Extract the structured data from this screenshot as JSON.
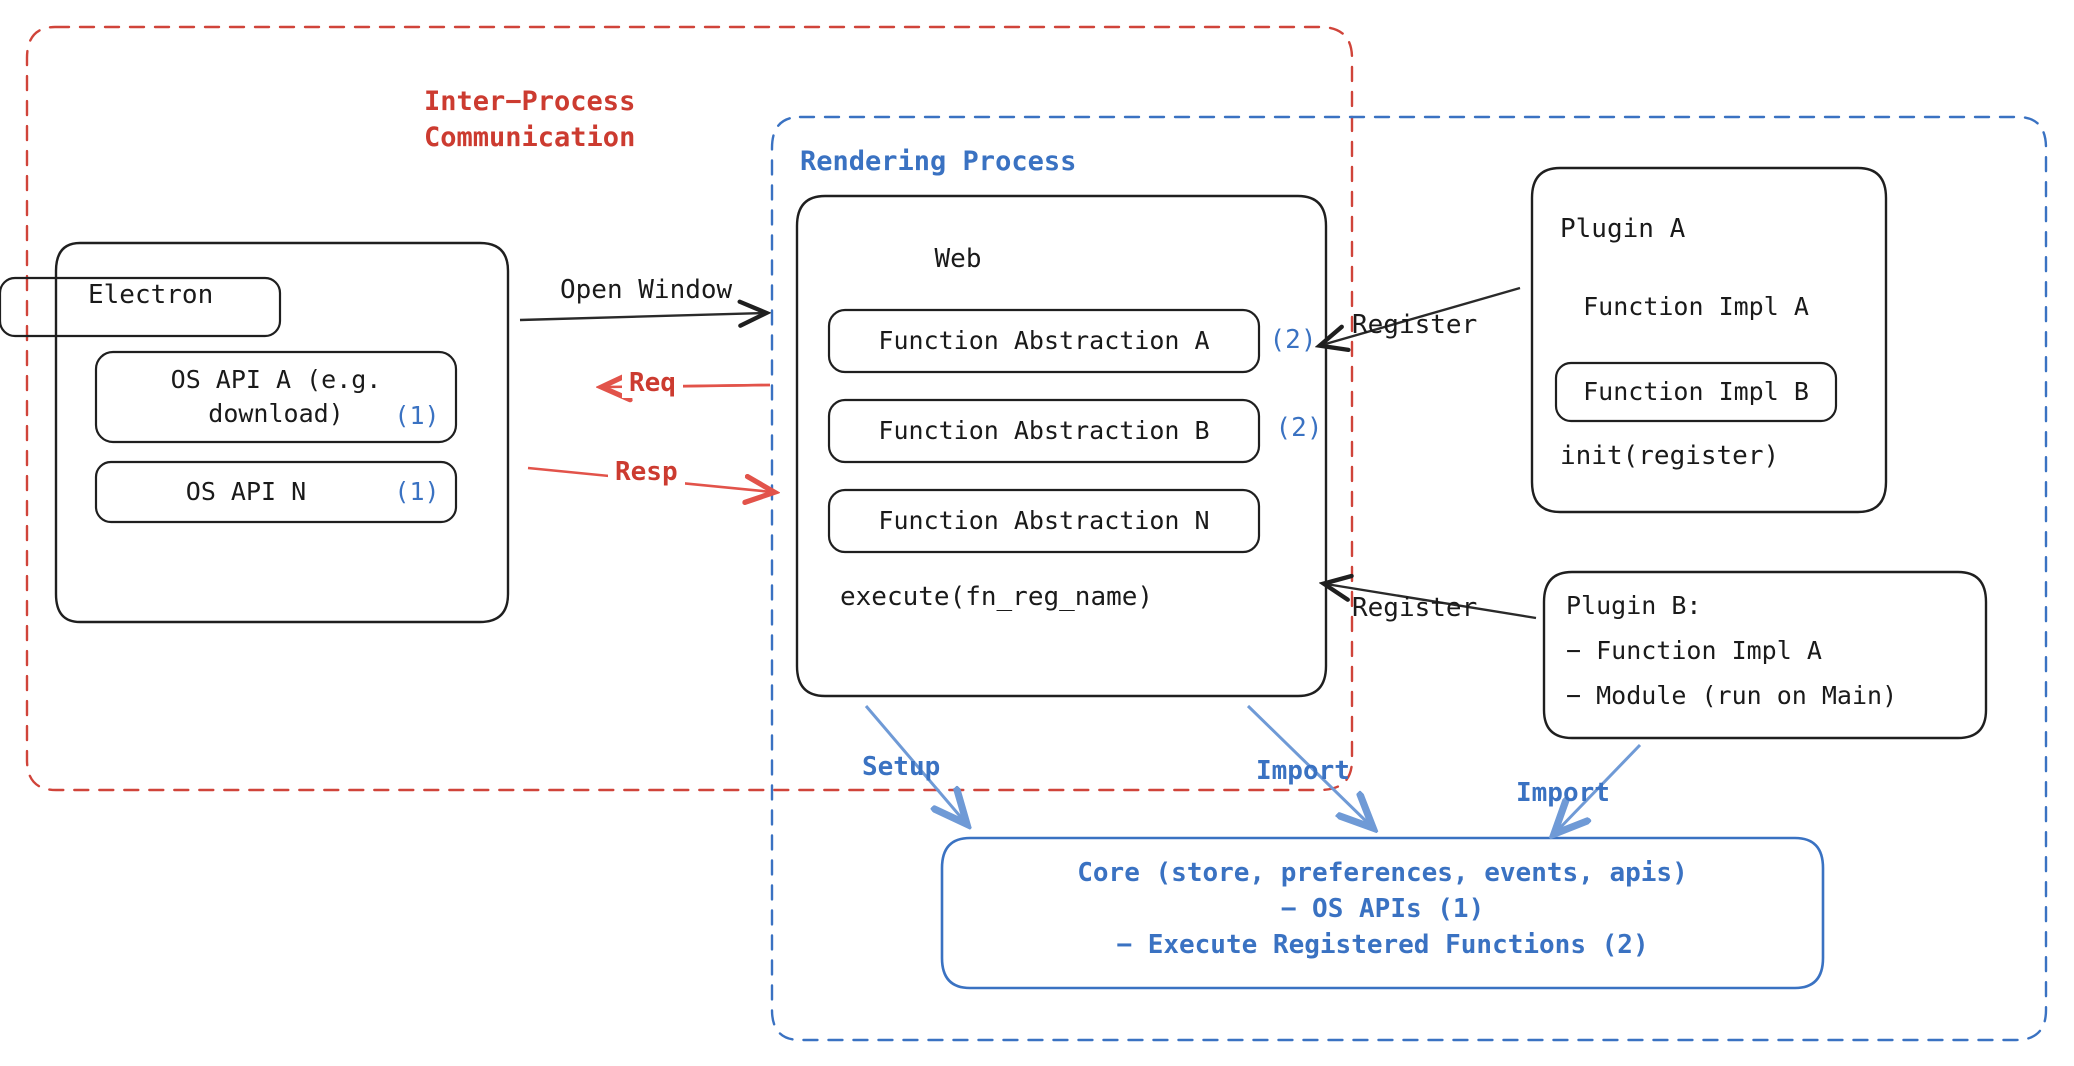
{
  "diagram": {
    "title_hidden": "",
    "colors": {
      "red": "#cc3b30",
      "blue": "#3a72c2",
      "black": "#1a1a1a",
      "core_blue": "#3a72c2",
      "arrow_blue": "#6f9ad6"
    },
    "groups": [
      {
        "id": "ipc",
        "label": "Inter−Process\nCommunication",
        "color": "#cc3b30",
        "style": "dashed"
      },
      {
        "id": "rendering",
        "label": "Rendering Process",
        "color": "#3a72c2",
        "style": "dashed"
      }
    ],
    "nodes": [
      {
        "id": "electron",
        "title": "Electron",
        "children": [
          {
            "id": "os-api-a",
            "label": "OS API A (e.g.\ndownload)",
            "badge": "(1)"
          },
          {
            "id": "os-api-n",
            "label": "OS API N",
            "badge": "(1)"
          }
        ]
      },
      {
        "id": "web",
        "title": "Web",
        "footer": "execute(fn_reg_name)",
        "children": [
          {
            "id": "fn-abs-a",
            "label": "Function Abstraction A",
            "badge": "(2)"
          },
          {
            "id": "fn-abs-b",
            "label": "Function Abstraction B",
            "badge": "(2)"
          },
          {
            "id": "fn-abs-n",
            "label": "Function Abstraction N",
            "badge": ""
          }
        ]
      },
      {
        "id": "plugin-a",
        "title": "Plugin A",
        "footer": "init(register)",
        "children": [
          {
            "id": "fn-impl-a",
            "label": "Function Impl A",
            "badge": ""
          },
          {
            "id": "fn-impl-b",
            "label": "Function Impl B",
            "badge": ""
          }
        ]
      },
      {
        "id": "plugin-b",
        "lines": [
          "Plugin B:",
          "− Function Impl A",
          "− Module (run on Main)"
        ]
      },
      {
        "id": "core",
        "lines": [
          "Core (store, preferences, events, apis)",
          "− OS APIs (1)",
          "− Execute Registered Functions (2)"
        ]
      }
    ],
    "edges": [
      {
        "id": "open-window",
        "label": "Open Window",
        "color": "#1a1a1a"
      },
      {
        "id": "req",
        "label": "Req",
        "color": "#e2534a"
      },
      {
        "id": "resp",
        "label": "Resp",
        "color": "#e2534a"
      },
      {
        "id": "register-top",
        "label": "Register",
        "color": "#1a1a1a"
      },
      {
        "id": "register-bottom",
        "label": "Register",
        "color": "#1a1a1a"
      },
      {
        "id": "setup",
        "label": "Setup",
        "color": "#3a72c2"
      },
      {
        "id": "import-web",
        "label": "Import",
        "color": "#3a72c2"
      },
      {
        "id": "import-plugin-b",
        "label": "Import",
        "color": "#3a72c2"
      }
    ]
  }
}
